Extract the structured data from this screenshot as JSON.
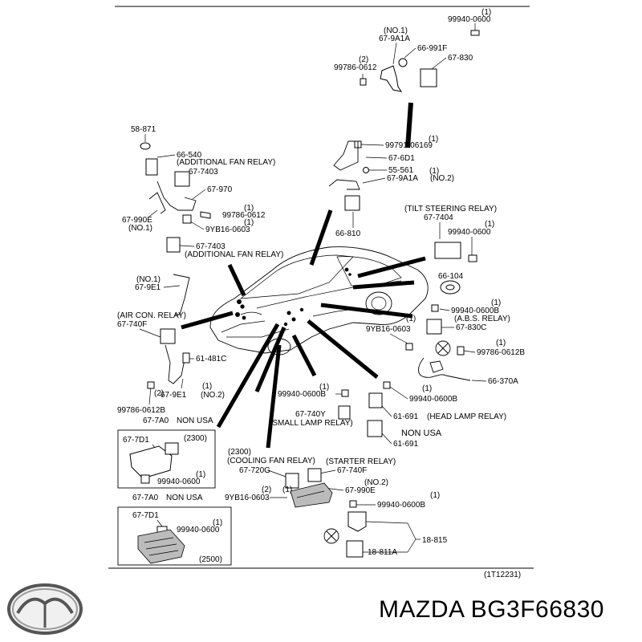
{
  "diagram_ref": "(1T12231)",
  "caption": "MAZDA BG3F66830",
  "brand": "MAZDA",
  "labels": {
    "top_qty": "(1)",
    "top_bolt": "99940-0600",
    "top_no1": "(NO.1)",
    "top_bracket": "67-9A1A",
    "top_clip": "66-991F",
    "top_relay": "67-830",
    "top_screw_qty": "(2)",
    "top_screw": "99786-0612",
    "cap": "58-871",
    "fan_relay_1_part": "66-540",
    "fan_relay_1_name": "(ADDITIONAL FAN RELAY)",
    "relay_7403a": "67-7403",
    "bracket_970": "67-970",
    "b990e": "67-990E",
    "b990e_no": "(NO.1)",
    "screw_0612_qty": "(1)",
    "screw_0612": "99786-0612",
    "nut_9yb_qty": "(1)",
    "nut_9yb": "9YB16-0603",
    "relay_7403b": "67-7403",
    "fan_relay_2_name": "(ADDITIONAL FAN RELAY)",
    "bolt_06169_qty": "(1)",
    "bolt_06169": "99791-06169",
    "bracket_6d1": "67-6D1",
    "clip_561": "55-561",
    "bracket_9a1a_qty": "(1)",
    "bracket_9a1a": "67-9A1A",
    "bracket_9a1a_no": "(NO.2)",
    "relay_810": "66-810",
    "tilt_name": "(TILT STEERING RELAY)",
    "tilt_part": "67-7404",
    "tilt_bolt_qty": "(1)",
    "tilt_bolt": "99940-0600",
    "grommet_104": "66-104",
    "no1_b": "(NO.1)",
    "bracket_9e1": "67-9E1",
    "aircon_name": "(AIR CON. RELAY)",
    "aircon_part": "67-740F",
    "clip_481c": "61-481C",
    "screw_0612b_qty": "(2)",
    "screw_0612b": "99786-0612B",
    "bracket_9e1b_qty": "(1)",
    "bracket_9e1b": "67-9E1",
    "bracket_9e1b_no": "(NO.2)",
    "box_7a0_a": "67-7A0",
    "non_usa_a": "NON USA",
    "box_a_part": "67-7D1",
    "box_a_variant": "(2300)",
    "box_a_bolt_qty": "(1)",
    "box_a_bolt": "99940-0600",
    "box_7a0_b": "67-7A0",
    "non_usa_b": "NON USA",
    "box_b_part": "67-7D1",
    "box_b_bolt_qty": "(1)",
    "box_b_bolt": "99940-0600",
    "box_b_variant": "(2500)",
    "abs_bolt_qty": "(1)",
    "abs_bolt": "99940-0600B",
    "abs_name": "(A.B.S. RELAY)",
    "abs_part": "67-830C",
    "nut_0603_qty": "(1)",
    "nut_0603": "9YB16-0603",
    "screw_612b_qty": "(1)",
    "screw_612b": "99786-0612B",
    "harness_370a": "66-370A",
    "bolt_600b1_qty": "(1)",
    "bolt_600b1": "99940-0600B",
    "bolt_600b2": "99940-0600B",
    "bolt_600b2_qty": "(1)",
    "small_lamp_qty": "(1)",
    "small_lamp_part": "67-740Y",
    "small_lamp_name": "(SMALL LAMP RELAY)",
    "head_lamp_part": "61-691",
    "head_lamp_name": "(HEAD LAMP RELAY)",
    "non_usa_c": "NON USA",
    "head_lamp_part_b": "61-691",
    "cooling_variant": "(2300)",
    "cooling_name": "(COOLING FAN RELAY)",
    "cooling_part": "67-720G",
    "starter_name": "(STARTER RELAY)",
    "starter_part": "67-740F",
    "starter_bracket_no": "(NO.2)",
    "starter_bracket": "67-990E",
    "nut_0603c_qty": "(2)",
    "nut_0603c_qty2": "(1)",
    "nut_0603c": "9YB16-0603",
    "bolt_600b3_qty": "(1)",
    "bolt_600b3": "99940-0600B",
    "relay_815": "18-815",
    "relay_811a": "18-811A"
  }
}
